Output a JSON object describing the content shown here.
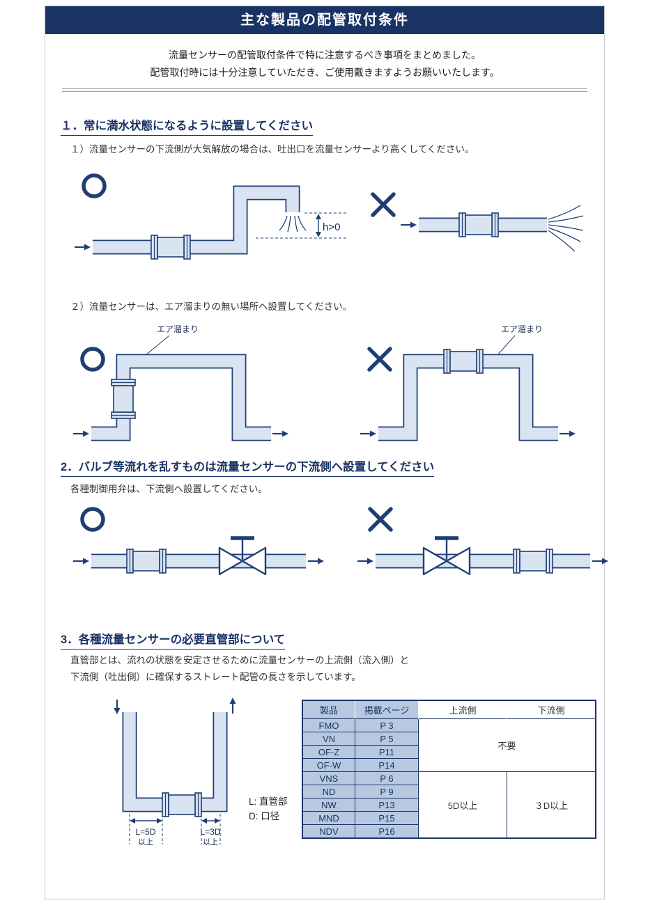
{
  "header": {
    "title": "主な製品の配管取付条件"
  },
  "intro": {
    "line1": "流量センサーの配管取付条件で特に注意するべき事項をまとめました。",
    "line2": "配管取付時には十分注意していただき、ご使用戴きますようお願いいたします。"
  },
  "icons": {
    "ok_mark": "○",
    "ng_mark": "×",
    "flow_arrow": "→"
  },
  "section1": {
    "heading": "１．常に満水状態になるように設置してください",
    "item1": "１）流量センサーの下流側が大気解放の場合は、吐出口を流量センサーより高くしてください。",
    "item2": "２）流量センサーは、エア溜まりの無い場所へ設置してください。",
    "h_label": "h>0",
    "air_label_good": "エア溜まり",
    "air_label_bad": "エア溜まり"
  },
  "section2": {
    "heading": "2．バルブ等流れを乱すものは流量センサーの下流側へ設置してください",
    "note": "各種制御用弁は、下流側へ設置してください。"
  },
  "section3": {
    "heading": "3．各種流量センサーの必要直管部について",
    "note1": "直管部とは、流れの状態を安定させるために流量センサーの上流側（流入側）と",
    "note2": "下流側（吐出側）に確保するストレート配管の長さを示しています。",
    "dim_left": "L=5D",
    "dim_left_sub": "以上",
    "dim_right": "L=3D",
    "dim_right_sub": "以上",
    "legend_l": "L: 直管部",
    "legend_d": "D: 口径"
  },
  "table": {
    "headers": [
      "製品",
      "掲載ページ",
      "上流側",
      "下流側"
    ],
    "rows": [
      [
        "FMO",
        "P 3"
      ],
      [
        "VN",
        "P 5"
      ],
      [
        "OF-Z",
        "P11"
      ],
      [
        "OF-W",
        "P14"
      ],
      [
        "VNS",
        "P 6"
      ],
      [
        "ND",
        "P 9"
      ],
      [
        "NW",
        "P13"
      ],
      [
        "MND",
        "P15"
      ],
      [
        "NDV",
        "P16"
      ]
    ],
    "merged": {
      "not_required": "不要",
      "upstream": "5D以上",
      "downstream": "３D以上"
    }
  },
  "colors": {
    "navy": "#1a3365",
    "diagram_stroke": "#1f3f74",
    "pipe_fill": "#d9e4f2",
    "table_cell_bg": "#b7c9e0"
  }
}
